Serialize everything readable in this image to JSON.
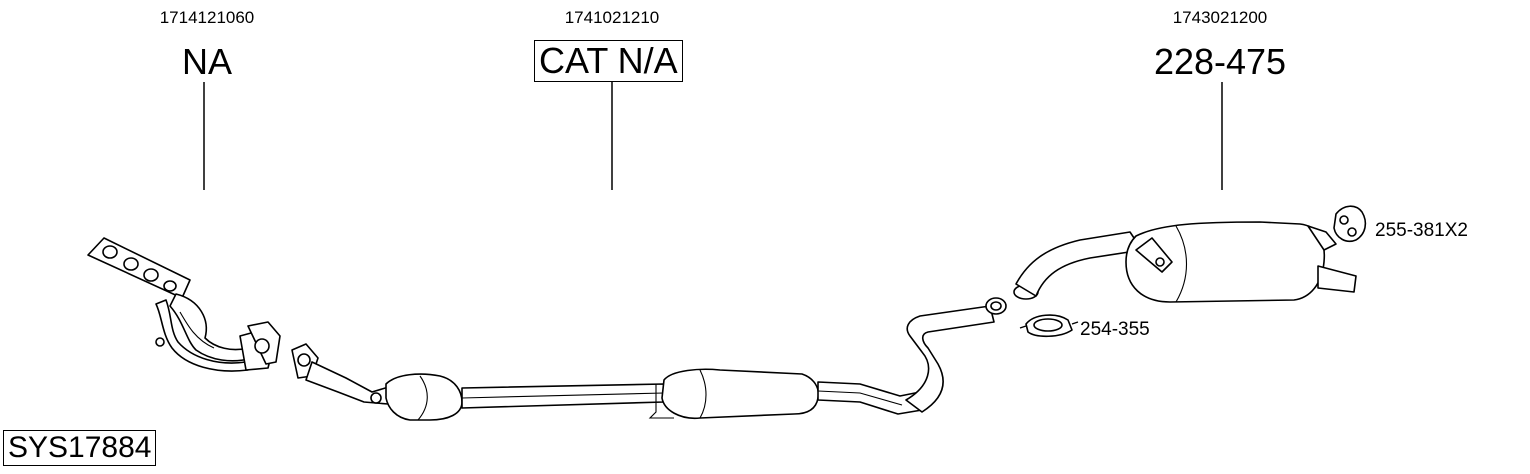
{
  "system_id": "SYS17884",
  "parts": [
    {
      "part_number": "1714121060",
      "label": "NA",
      "boxed": false
    },
    {
      "part_number": "1741021210",
      "label": "CAT N/A",
      "boxed": true
    },
    {
      "part_number": "1743021200",
      "label": "228-475",
      "boxed": false
    }
  ],
  "accessories": [
    {
      "label": "255-381X2"
    },
    {
      "label": "254-355"
    }
  ]
}
